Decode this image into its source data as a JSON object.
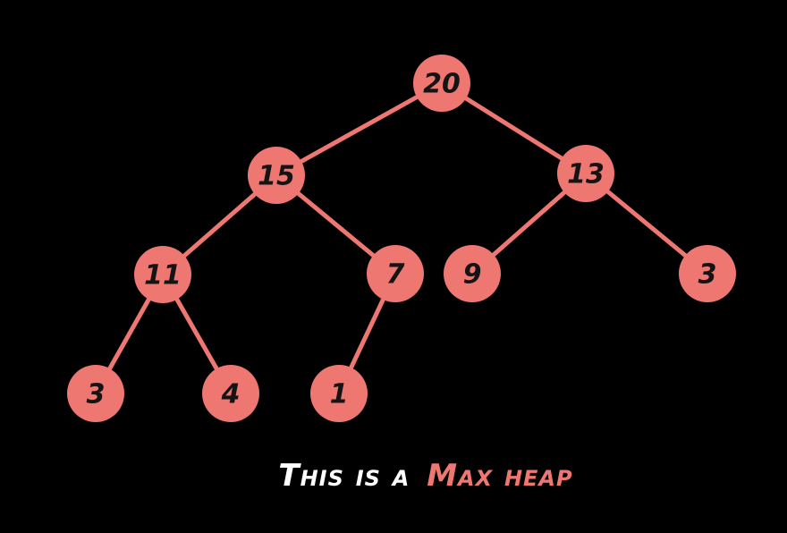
{
  "colors": {
    "background": "#000000",
    "node_fill": "#ef7772",
    "edge": "#ef7772",
    "node_text": "#141414",
    "caption_plain": "#ffffff",
    "caption_accent": "#ef7772"
  },
  "tree": {
    "nodes": [
      {
        "id": "n20",
        "label": "20"
      },
      {
        "id": "n15",
        "label": "15"
      },
      {
        "id": "n13",
        "label": "13"
      },
      {
        "id": "n11",
        "label": "11"
      },
      {
        "id": "n7",
        "label": "7"
      },
      {
        "id": "n9",
        "label": "9"
      },
      {
        "id": "n3a",
        "label": "3"
      },
      {
        "id": "n3b",
        "label": "3"
      },
      {
        "id": "n4",
        "label": "4"
      },
      {
        "id": "n1",
        "label": "1"
      }
    ],
    "edges": [
      {
        "from": "n20",
        "to": "n15"
      },
      {
        "from": "n20",
        "to": "n13"
      },
      {
        "from": "n15",
        "to": "n11"
      },
      {
        "from": "n15",
        "to": "n7"
      },
      {
        "from": "n13",
        "to": "n9"
      },
      {
        "from": "n13",
        "to": "n3a"
      },
      {
        "from": "n11",
        "to": "n3b"
      },
      {
        "from": "n11",
        "to": "n4"
      },
      {
        "from": "n7",
        "to": "n1"
      }
    ]
  },
  "caption": {
    "plain": "This is a",
    "accent": "Max heap"
  }
}
